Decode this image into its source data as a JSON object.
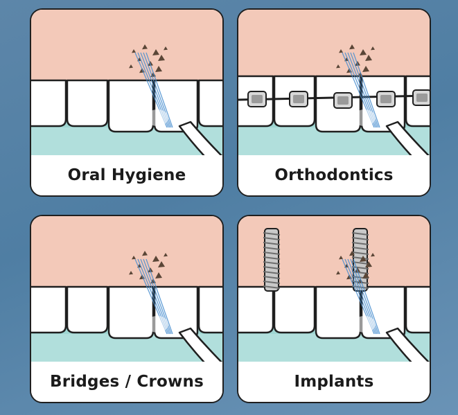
{
  "page": {
    "background": "#5d86a9"
  },
  "colors": {
    "gum": "#f2c4b3",
    "water": "#9fd6d2",
    "tooth": "#ffffff",
    "outline": "#1f1f1f",
    "jet": "#4a8fd0",
    "debris": "#5a4637",
    "metal": "#9a9a9a"
  },
  "panels": [
    {
      "caption": "Oral Hygiene",
      "variant": "natural"
    },
    {
      "caption": "Orthodontics",
      "variant": "braces"
    },
    {
      "caption": "Bridges / Crowns",
      "variant": "natural"
    },
    {
      "caption": "Implants",
      "variant": "implants"
    }
  ],
  "icons": [
    "tooth-icon",
    "water-jet-icon",
    "flosser-tip-icon",
    "brace-bracket-icon",
    "implant-screw-icon",
    "debris-icon"
  ]
}
